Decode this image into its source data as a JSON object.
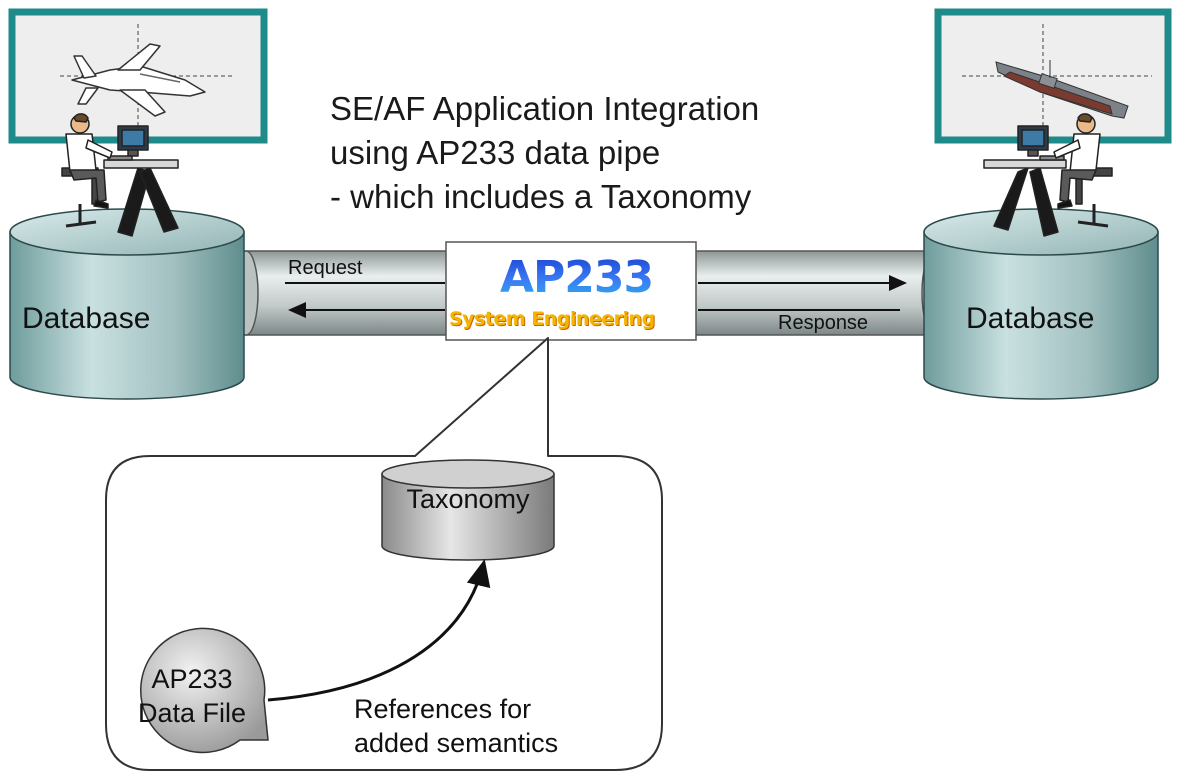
{
  "title": {
    "line1": "SE/AF Application Integration",
    "line2": "using AP233 data pipe",
    "line3": "- which includes a Taxonomy"
  },
  "left_database": {
    "label": "Database"
  },
  "right_database": {
    "label": "Database"
  },
  "pipe": {
    "request_label": "Request",
    "response_label": "Response"
  },
  "logo": {
    "main": "AP233",
    "sub": "System Engineering"
  },
  "callout": {
    "taxonomy_label": "Taxonomy",
    "data_file_line1": "AP233",
    "data_file_line2": "Data File",
    "note_line1": "References for",
    "note_line2": "added semantics"
  },
  "icons": {
    "left_screen": "fighter-jet-icon",
    "right_screen": "warship-icon",
    "workstation": "operator-at-workstation-icon"
  },
  "colors": {
    "screen_frame": "#1f8a8a",
    "database_fill": "#a9c5c5",
    "pipe_fill": "#c8cfcf",
    "logo_main": "#1e4fd8",
    "logo_sub": "#f4b400"
  }
}
